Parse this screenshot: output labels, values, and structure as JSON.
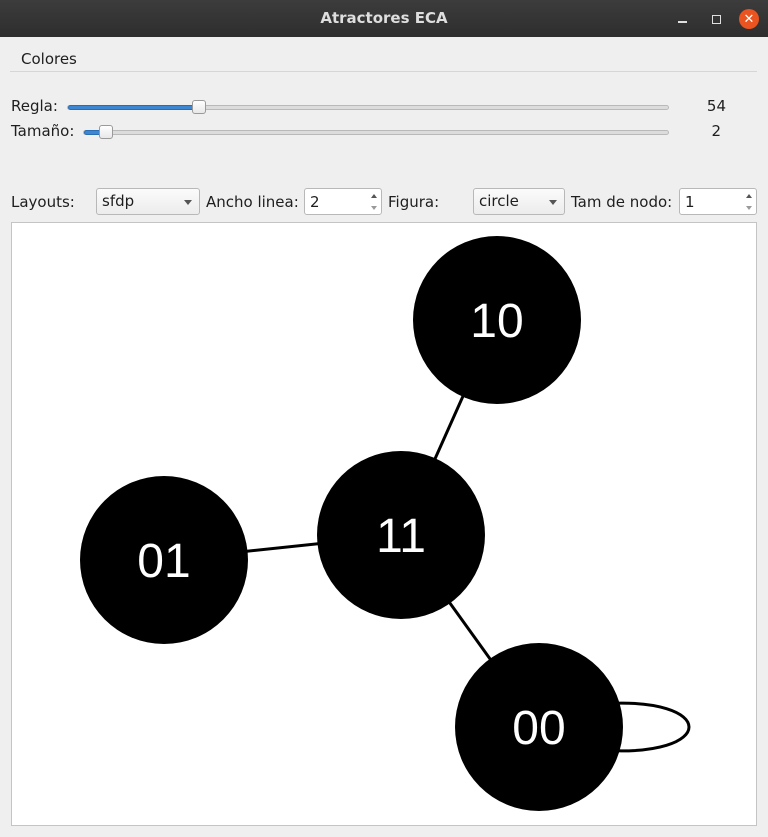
{
  "window": {
    "title": "Atractores ECA"
  },
  "menu": {
    "items": [
      "Colores"
    ]
  },
  "sliders": {
    "regla": {
      "label": "Regla:",
      "value": "54",
      "fraction": 0.22
    },
    "tamano": {
      "label": "Tamaño:",
      "value": "2",
      "fraction": 0.04
    }
  },
  "controls": {
    "layouts_label": "Layouts:",
    "layouts_value": "sfdp",
    "ancho_label": "Ancho linea:",
    "ancho_value": "2",
    "figura_label": "Figura:",
    "figura_value": "circle",
    "tam_label": "Tam de nodo:",
    "tam_value": "1"
  },
  "graph": {
    "nodes": [
      {
        "id": "10",
        "label": "10"
      },
      {
        "id": "11",
        "label": "11"
      },
      {
        "id": "01",
        "label": "01"
      },
      {
        "id": "00",
        "label": "00"
      }
    ],
    "edges": [
      [
        "10",
        "11"
      ],
      [
        "01",
        "11"
      ],
      [
        "00",
        "11"
      ],
      [
        "00",
        "00"
      ]
    ],
    "node_color": "#000000",
    "label_color": "#ffffff",
    "edge_color": "#000000"
  },
  "colors": {
    "accent": "#3d86d1",
    "close_button": "#e95420"
  }
}
